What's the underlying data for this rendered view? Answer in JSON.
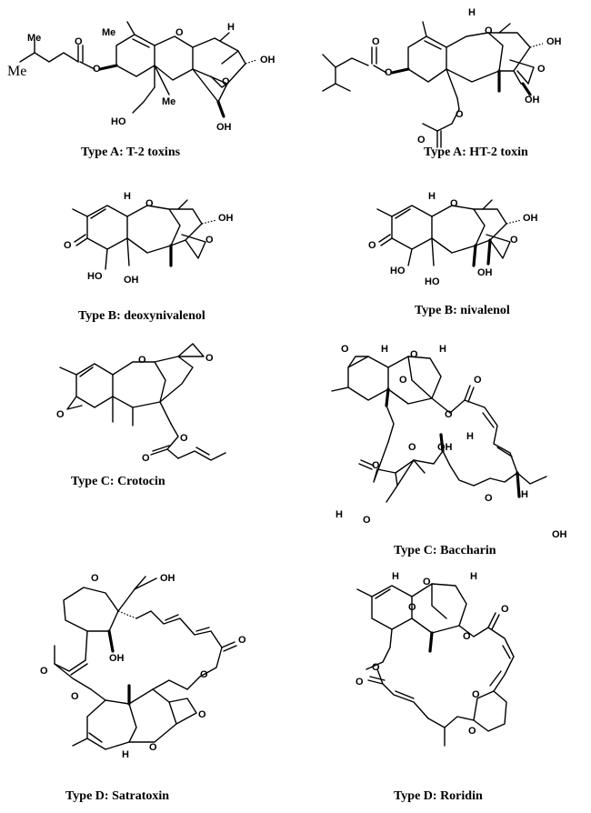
{
  "figure": {
    "structures": [
      {
        "id": "t2",
        "caption": "Type A: T-2 toxins"
      },
      {
        "id": "ht2",
        "caption": "Type A: HT-2 toxin"
      },
      {
        "id": "don",
        "caption": "Type B: deoxynivalenol"
      },
      {
        "id": "niv",
        "caption": "Type B: nivalenol"
      },
      {
        "id": "crotocin",
        "caption": "Type C: Crotocin"
      },
      {
        "id": "baccharin",
        "caption": "Type C: Baccharin"
      },
      {
        "id": "satratoxin",
        "caption": "Type D: Satratoxin"
      },
      {
        "id": "roridin",
        "caption": "Type D: Roridin"
      }
    ]
  },
  "atoms": {
    "me": "Me",
    "h": "H",
    "o": "O",
    "oh": "OH",
    "ho": "HO"
  }
}
